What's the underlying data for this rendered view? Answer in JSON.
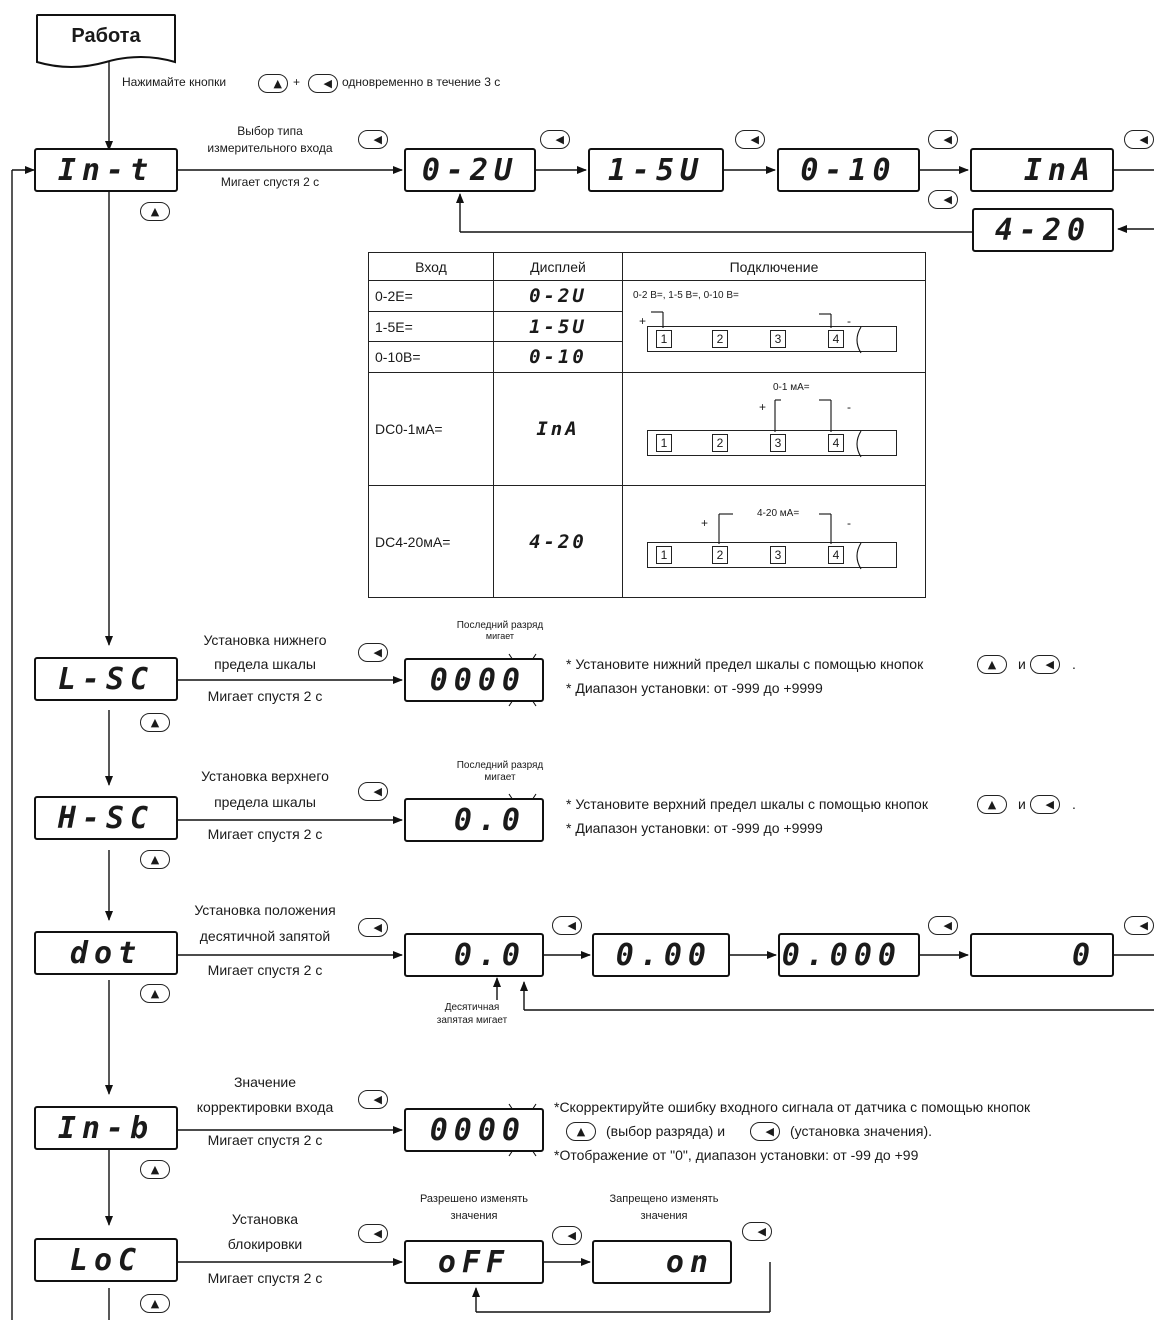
{
  "start": {
    "label": "Работа",
    "hint": "Нажимайте кнопки",
    "plus": "+",
    "hint_tail": "одновременно в течение 3 с"
  },
  "steps": [
    {
      "id": "in-t",
      "display": "In-t",
      "title1": "Выбор типа",
      "title2": "измерительного входа",
      "blink": "Мигает спустя 2 с"
    },
    {
      "id": "l-sc",
      "display": "L-SC",
      "title1": "Установка нижнего",
      "title2": "предела шкалы",
      "blink": "Мигает спустя 2 с"
    },
    {
      "id": "h-sc",
      "display": "H-SC",
      "title1": "Установка верхнего",
      "title2": "предела шкалы",
      "blink": "Мигает спустя 2 с"
    },
    {
      "id": "dot",
      "display": "dot",
      "title1": "Установка положения",
      "title2": "десятичной запятой",
      "blink": "Мигает спустя 2 с"
    },
    {
      "id": "in-b",
      "display": "In-b",
      "title0": "Значение",
      "title1": "корректировки входа",
      "blink": "Мигает спустя 2 с"
    },
    {
      "id": "loc",
      "display": "LoC",
      "title1": "Установка",
      "title2": "блокировки",
      "blink": "Мигает спустя 2 с"
    }
  ],
  "input_types": [
    "0-2U",
    "1-5U",
    "0-10",
    "InA",
    "4-20"
  ],
  "table": {
    "headers": [
      "Вход",
      "Дисплей",
      "Подключение"
    ],
    "rows": [
      {
        "input": "0-2E=",
        "display": "0-2U"
      },
      {
        "input": "1-5E=",
        "display": "1-5U"
      },
      {
        "input": "0-10B=",
        "display": "0-10"
      },
      {
        "input": "DC0-1мА=",
        "display": "InA"
      },
      {
        "input": "DC4-20мА=",
        "display": "4-20"
      }
    ],
    "wiring": [
      {
        "caption": "0-2 В=, 1-5 В=, 0-10 В=",
        "plus": "+",
        "minus": "-",
        "terminals": [
          "1",
          "2",
          "3",
          "4"
        ]
      },
      {
        "caption": "0-1 мА=",
        "plus": "+",
        "minus": "-",
        "terminals": [
          "1",
          "2",
          "3",
          "4"
        ]
      },
      {
        "caption": "4-20 мА=",
        "plus": "+",
        "minus": "-",
        "terminals": [
          "1",
          "2",
          "3",
          "4"
        ]
      }
    ]
  },
  "lsc": {
    "value": "0000",
    "note1": "Последний разряд",
    "note2": "мигает",
    "text1": "* Установите нижний предел шкалы с помощью кнопок",
    "and": "и",
    "dot_end": ".",
    "text2": "* Диапазон установки: от -999 до +9999"
  },
  "hsc": {
    "value": "0.0",
    "note1": "Последний разряд",
    "note2": "мигает",
    "text1": "* Установите верхний предел шкалы с помощью кнопок",
    "and": "и",
    "dot_end": ".",
    "text2": "* Диапазон установки: от -999 до +9999"
  },
  "dot_opts": {
    "values": [
      "0.0",
      "0.00",
      "0.000",
      "0"
    ],
    "note1": "Десятичная",
    "note2": "запятая мигает"
  },
  "inb": {
    "value": "0000",
    "text1": "*Скорректируйте ошибку входного сигнала от датчика с помощью кнопок",
    "text2a": "(выбор разряда) и",
    "text2b": "(установка значения).",
    "text3": "*Отображение от \"0\", диапазон установки: от -99 до +99"
  },
  "loc": {
    "off": "oFF",
    "on": "on",
    "off_note1": "Разрешено изменять",
    "off_note2": "значения",
    "on_note1": "Запрещено изменять",
    "on_note2": "значения"
  },
  "icons": {
    "up": "▲",
    "left": "◀"
  }
}
